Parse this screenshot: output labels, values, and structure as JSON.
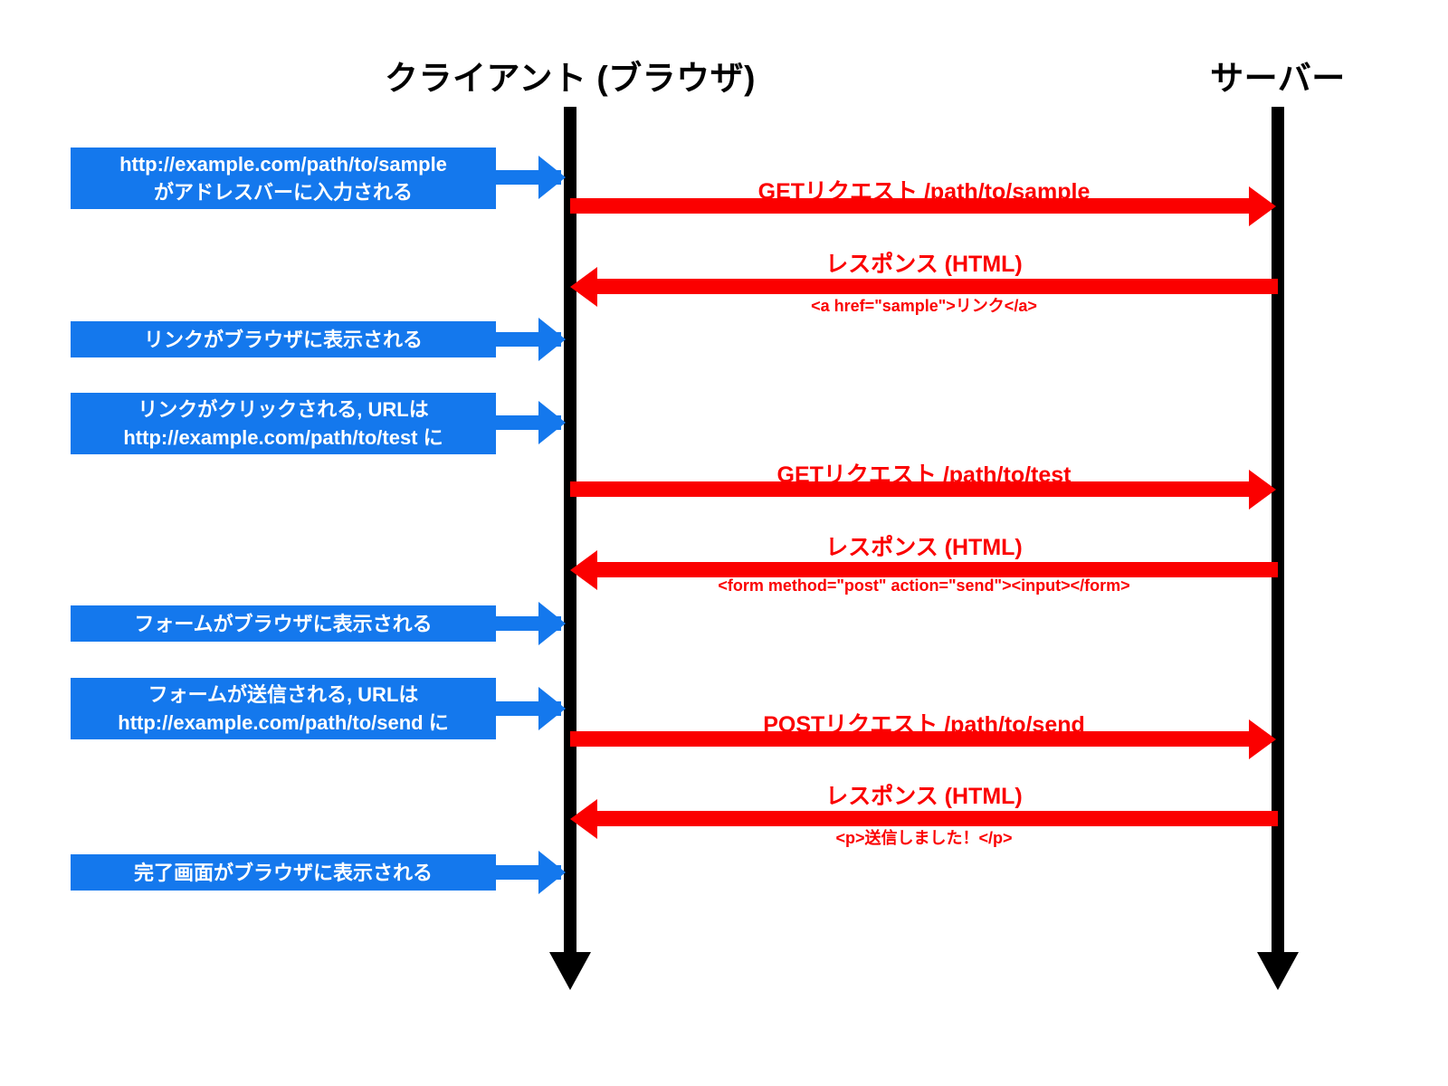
{
  "diagram": {
    "title_client": "クライアント (ブラウザ)",
    "title_server": "サーバー",
    "colors": {
      "lifeline": "#000000",
      "client_action": "#1478ED",
      "message": "#FB0000",
      "background": "#FFFFFF"
    }
  },
  "client_actions": [
    {
      "line1": "http://example.com/path/to/sample",
      "line2": "がアドレスバーに入力される"
    },
    {
      "line1": "リンクがブラウザに表示される",
      "line2": ""
    },
    {
      "line1": "リンクがクリックされる, URLは",
      "line2": "http://example.com/path/to/test に"
    },
    {
      "line1": "フォームがブラウザに表示される",
      "line2": ""
    },
    {
      "line1": "フォームが送信される, URLは",
      "line2": "http://example.com/path/to/send に"
    },
    {
      "line1": "完了画面がブラウザに表示される",
      "line2": ""
    }
  ],
  "messages": [
    {
      "direction": "client-to-server",
      "label": "GETリクエスト /path/to/sample",
      "sublabel": ""
    },
    {
      "direction": "server-to-client",
      "label": "レスポンス (HTML)",
      "sublabel": "<a href=\"sample\">リンク</a>"
    },
    {
      "direction": "client-to-server",
      "label": "GETリクエスト /path/to/test",
      "sublabel": ""
    },
    {
      "direction": "server-to-client",
      "label": "レスポンス (HTML)",
      "sublabel": "<form method=\"post\" action=\"send\"><input></form>"
    },
    {
      "direction": "client-to-server",
      "label": "POSTリクエスト /path/to/send",
      "sublabel": ""
    },
    {
      "direction": "server-to-client",
      "label": "レスポンス (HTML)",
      "sublabel": "<p>送信しました！</p>"
    }
  ]
}
